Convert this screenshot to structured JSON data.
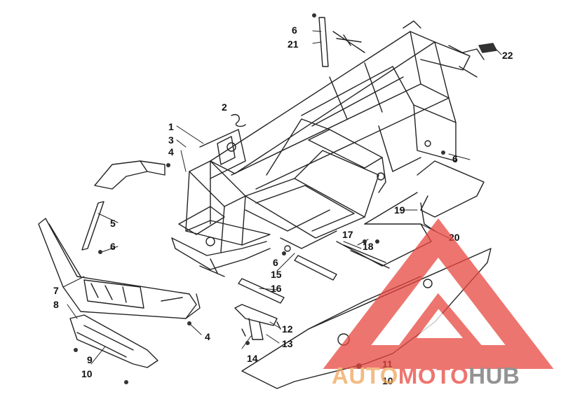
{
  "diagram": {
    "callouts": [
      {
        "id": "c1",
        "label": "1"
      },
      {
        "id": "c2",
        "label": "2"
      },
      {
        "id": "c3",
        "label": "3"
      },
      {
        "id": "c4a",
        "label": "4"
      },
      {
        "id": "c4b",
        "label": "4"
      },
      {
        "id": "c5",
        "label": "5"
      },
      {
        "id": "c6a",
        "label": "6"
      },
      {
        "id": "c6b",
        "label": "6"
      },
      {
        "id": "c6c",
        "label": "6"
      },
      {
        "id": "c6d",
        "label": "6"
      },
      {
        "id": "c7",
        "label": "7"
      },
      {
        "id": "c8",
        "label": "8"
      },
      {
        "id": "c9",
        "label": "9"
      },
      {
        "id": "c10a",
        "label": "10"
      },
      {
        "id": "c10b",
        "label": "10"
      },
      {
        "id": "c11",
        "label": "11"
      },
      {
        "id": "c12",
        "label": "12"
      },
      {
        "id": "c13",
        "label": "13"
      },
      {
        "id": "c14",
        "label": "14"
      },
      {
        "id": "c15",
        "label": "15"
      },
      {
        "id": "c16",
        "label": "16"
      },
      {
        "id": "c17",
        "label": "17"
      },
      {
        "id": "c18",
        "label": "18"
      },
      {
        "id": "c19",
        "label": "19"
      },
      {
        "id": "c20",
        "label": "20"
      },
      {
        "id": "c21",
        "label": "21"
      },
      {
        "id": "c22",
        "label": "22"
      }
    ]
  },
  "watermark": {
    "part1": "AUTO",
    "part2": "MOTO",
    "part3": "HUB",
    "colors": {
      "red": "#e8473f",
      "orange": "#f0a55a",
      "gray": "#6f6f6f"
    }
  }
}
